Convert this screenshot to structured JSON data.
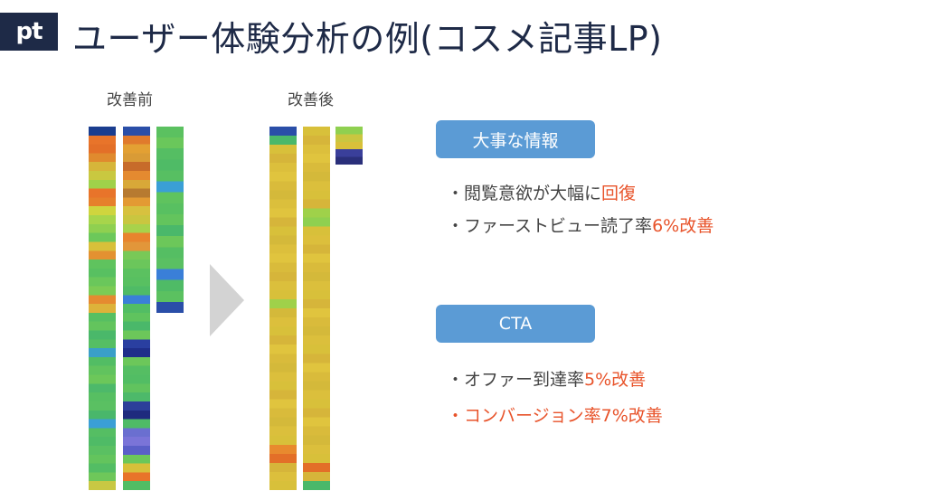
{
  "logo": {
    "text": "pt"
  },
  "title": "ユーザー体験分析の例(コスメ記事LP)",
  "labels": {
    "before": "改善前",
    "after": "改善後"
  },
  "sections": {
    "info": {
      "heading": "大事な情報",
      "bullets": [
        {
          "prefix": "・閲覧意欲が大幅に",
          "highlight": "回復"
        },
        {
          "prefix": "・ファーストビュー読了率",
          "highlight": "6%改善"
        }
      ]
    },
    "cta": {
      "heading": "CTA",
      "bullets": [
        {
          "prefix": "・オファー到達率",
          "highlight": "5%改善"
        },
        {
          "prefix": "・",
          "highlight": "コンバージョン率7%改善"
        }
      ]
    }
  },
  "colors": {
    "accent": "#e8532a",
    "pill": "#5b9bd5",
    "brand": "#1e2a47",
    "arrow": "#d3d3d3"
  },
  "heatmaps": {
    "before": [
      [
        "#1a3d8f",
        "#e8742a",
        "#e36f28",
        "#e08a2e",
        "#d6b53a",
        "#c9c840",
        "#9fd14a",
        "#e8742a",
        "#e6802b",
        "#cfd53e",
        "#a7d54b",
        "#8fd050",
        "#6cc85a",
        "#d8c03a",
        "#e39131",
        "#5fc35e",
        "#58c061",
        "#6ac75b",
        "#7ccb55",
        "#e58a30",
        "#ddb23a",
        "#57bf62",
        "#63c45d",
        "#4ab86a",
        "#55be63",
        "#3a9fc8",
        "#52bd64",
        "#61c35e",
        "#6cc75a",
        "#4db96a",
        "#57bf62",
        "#5ac062",
        "#49b76b",
        "#3a9fd6",
        "#55be63",
        "#4fbb66",
        "#5ac062",
        "#63c45d",
        "#53bd64",
        "#6ec75a",
        "#c8c843"
      ],
      [
        "#2a4ea8",
        "#e07a2c",
        "#e3a033",
        "#d99b36",
        "#c76b2a",
        "#e48a30",
        "#d8a838",
        "#b77a30",
        "#e39a33",
        "#d7c13f",
        "#c9c640",
        "#a8d24b",
        "#e8842d",
        "#e2963a",
        "#78c957",
        "#6bc65b",
        "#5bc160",
        "#58c061",
        "#4fbb66",
        "#3a7fd8",
        "#52bd64",
        "#5fc35e",
        "#4ab86a",
        "#6cc75a",
        "#2a3fa0",
        "#1f2e8a",
        "#6cc75a",
        "#55be63",
        "#52bd64",
        "#61c35e",
        "#4db96a",
        "#2c3f9a",
        "#1e2b7e",
        "#4fbb66",
        "#6a6fd0",
        "#7a74d8",
        "#5a5fc8",
        "#6cc75a",
        "#d8c03a",
        "#e8742a",
        "#52bd64"
      ],
      [
        "#5bc160",
        "#6ac75b",
        "#55be63",
        "#4fbb66",
        "#57bf62",
        "#3a9fd6",
        "#5fc35e",
        "#58c061",
        "#63c45d",
        "#4ab86a",
        "#6cc75a",
        "#55be63",
        "#5ac062",
        "#3a7fd8",
        "#4fbb66",
        "#5bc160",
        "#2a4ea8"
      ]
    ],
    "after": [
      [
        "#2a4ea8",
        "#4ab86a",
        "#d8c03a",
        "#d6b53a",
        "#dcbf3c",
        "#e0c43e",
        "#d9bb3b",
        "#d4b93a",
        "#dbbf3c",
        "#e0c43e",
        "#d6b53a",
        "#d8c03a",
        "#d4b93a",
        "#dcbf3c",
        "#e0c43e",
        "#d9bb3b",
        "#d6b53a",
        "#dbbf3c",
        "#d8c03a",
        "#9fd14a",
        "#d4b93a",
        "#dcbf3c",
        "#d8c03a",
        "#d6b53a",
        "#e0c43e",
        "#d9bb3b",
        "#d4b93a",
        "#dbbf3c",
        "#d8c03a",
        "#d6b53a",
        "#e0c43e",
        "#d9bb3b",
        "#d4b93a",
        "#dbbf3c",
        "#d8c03a",
        "#e88a2e",
        "#e36f28",
        "#d6b53a",
        "#dcbf3c",
        "#d8c03a"
      ],
      [
        "#d8c03a",
        "#d6b53a",
        "#dcbf3c",
        "#e0c43e",
        "#d9bb3b",
        "#d4b93a",
        "#dbbf3c",
        "#d8c03a",
        "#d6b53a",
        "#9fd14a",
        "#8fd050",
        "#d8c03a",
        "#dcbf3c",
        "#d6b53a",
        "#e0c43e",
        "#d9bb3b",
        "#d4b93a",
        "#dbbf3c",
        "#d8c03a",
        "#d6b53a",
        "#e0c43e",
        "#d9bb3b",
        "#d4b93a",
        "#dbbf3c",
        "#d8c03a",
        "#d6b53a",
        "#e0c43e",
        "#d9bb3b",
        "#d4b93a",
        "#dbbf3c",
        "#d8c03a",
        "#d6b53a",
        "#e0c43e",
        "#d9bb3b",
        "#d4b93a",
        "#dbbf3c",
        "#d8c03a",
        "#e36f28",
        "#d6b53a",
        "#4ab86a"
      ],
      [
        "#8fd050",
        "#c9c640",
        "#d8c03a",
        "#3a3f9a",
        "#2a2f7a"
      ]
    ]
  }
}
